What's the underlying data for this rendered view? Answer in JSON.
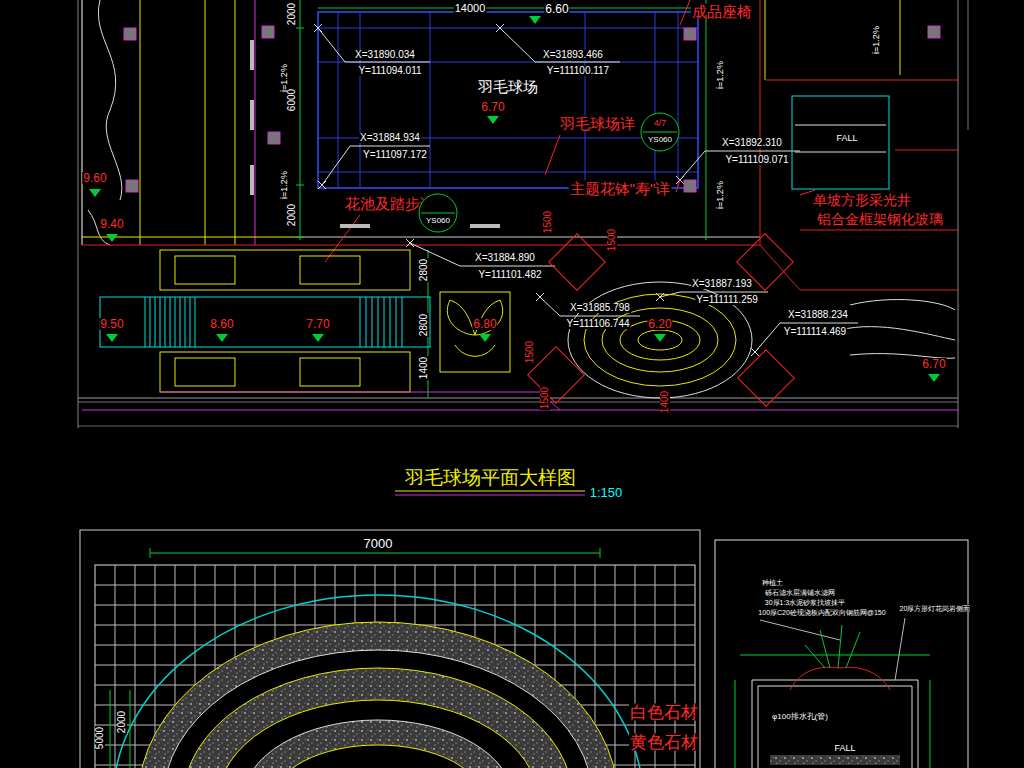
{
  "diagram": {
    "title": "羽毛球场平面大样图",
    "nodes": [
      {
        "text": [
          "羽毛球场"
        ]
      },
      {
        "text": [
          "4/7",
          "YS060"
        ]
      },
      {
        "text": [
          "YS060"
        ]
      },
      {
        "text": [
          "FALL"
        ]
      }
    ],
    "labels": [
      "14000",
      "6.60",
      "成品座椅",
      "2000",
      "X=31890.034",
      "Y=111094.011",
      "X=31893.466",
      "Y=111100.117",
      "羽毛球场",
      "6.70",
      "i=1.2%",
      "6000",
      "i=1.2%",
      "2000",
      "i=1.2%",
      "i=1.2%",
      "i=1.2%",
      "羽毛球场详",
      "主题花钵\"寿\"详",
      "X=31884.934",
      "Y=111097.172",
      "X=31892.310",
      "Y=111109.071",
      "单坡方形采光井",
      "铝合金框架钢化玻璃",
      "9.60",
      "9.40",
      "花池及踏步详",
      "1500",
      "1500",
      "2800",
      "X=31884.890",
      "Y=111101.482",
      "X=31887.193",
      "Y=111111.259",
      "X=31885.798",
      "Y=111106.744",
      "X=31888.234",
      "Y=111114.469",
      "9.50",
      "8.60",
      "7.70",
      "6.80",
      "6.20",
      "6.70",
      "2800",
      "1400",
      "1500",
      "1500",
      "1400",
      "1:150",
      "7000",
      "2000",
      "5000",
      "白色石材",
      "黄色石材",
      "种植土",
      "砾石滤水层满铺水滤网",
      "30厚1:3水泥砂浆找坡抹平",
      "100厚C20砼现浇板内配双向钢筋网@150",
      "20厚方形灯花岗岩侧面",
      "φ100排水孔(管)",
      "FALL"
    ]
  }
}
